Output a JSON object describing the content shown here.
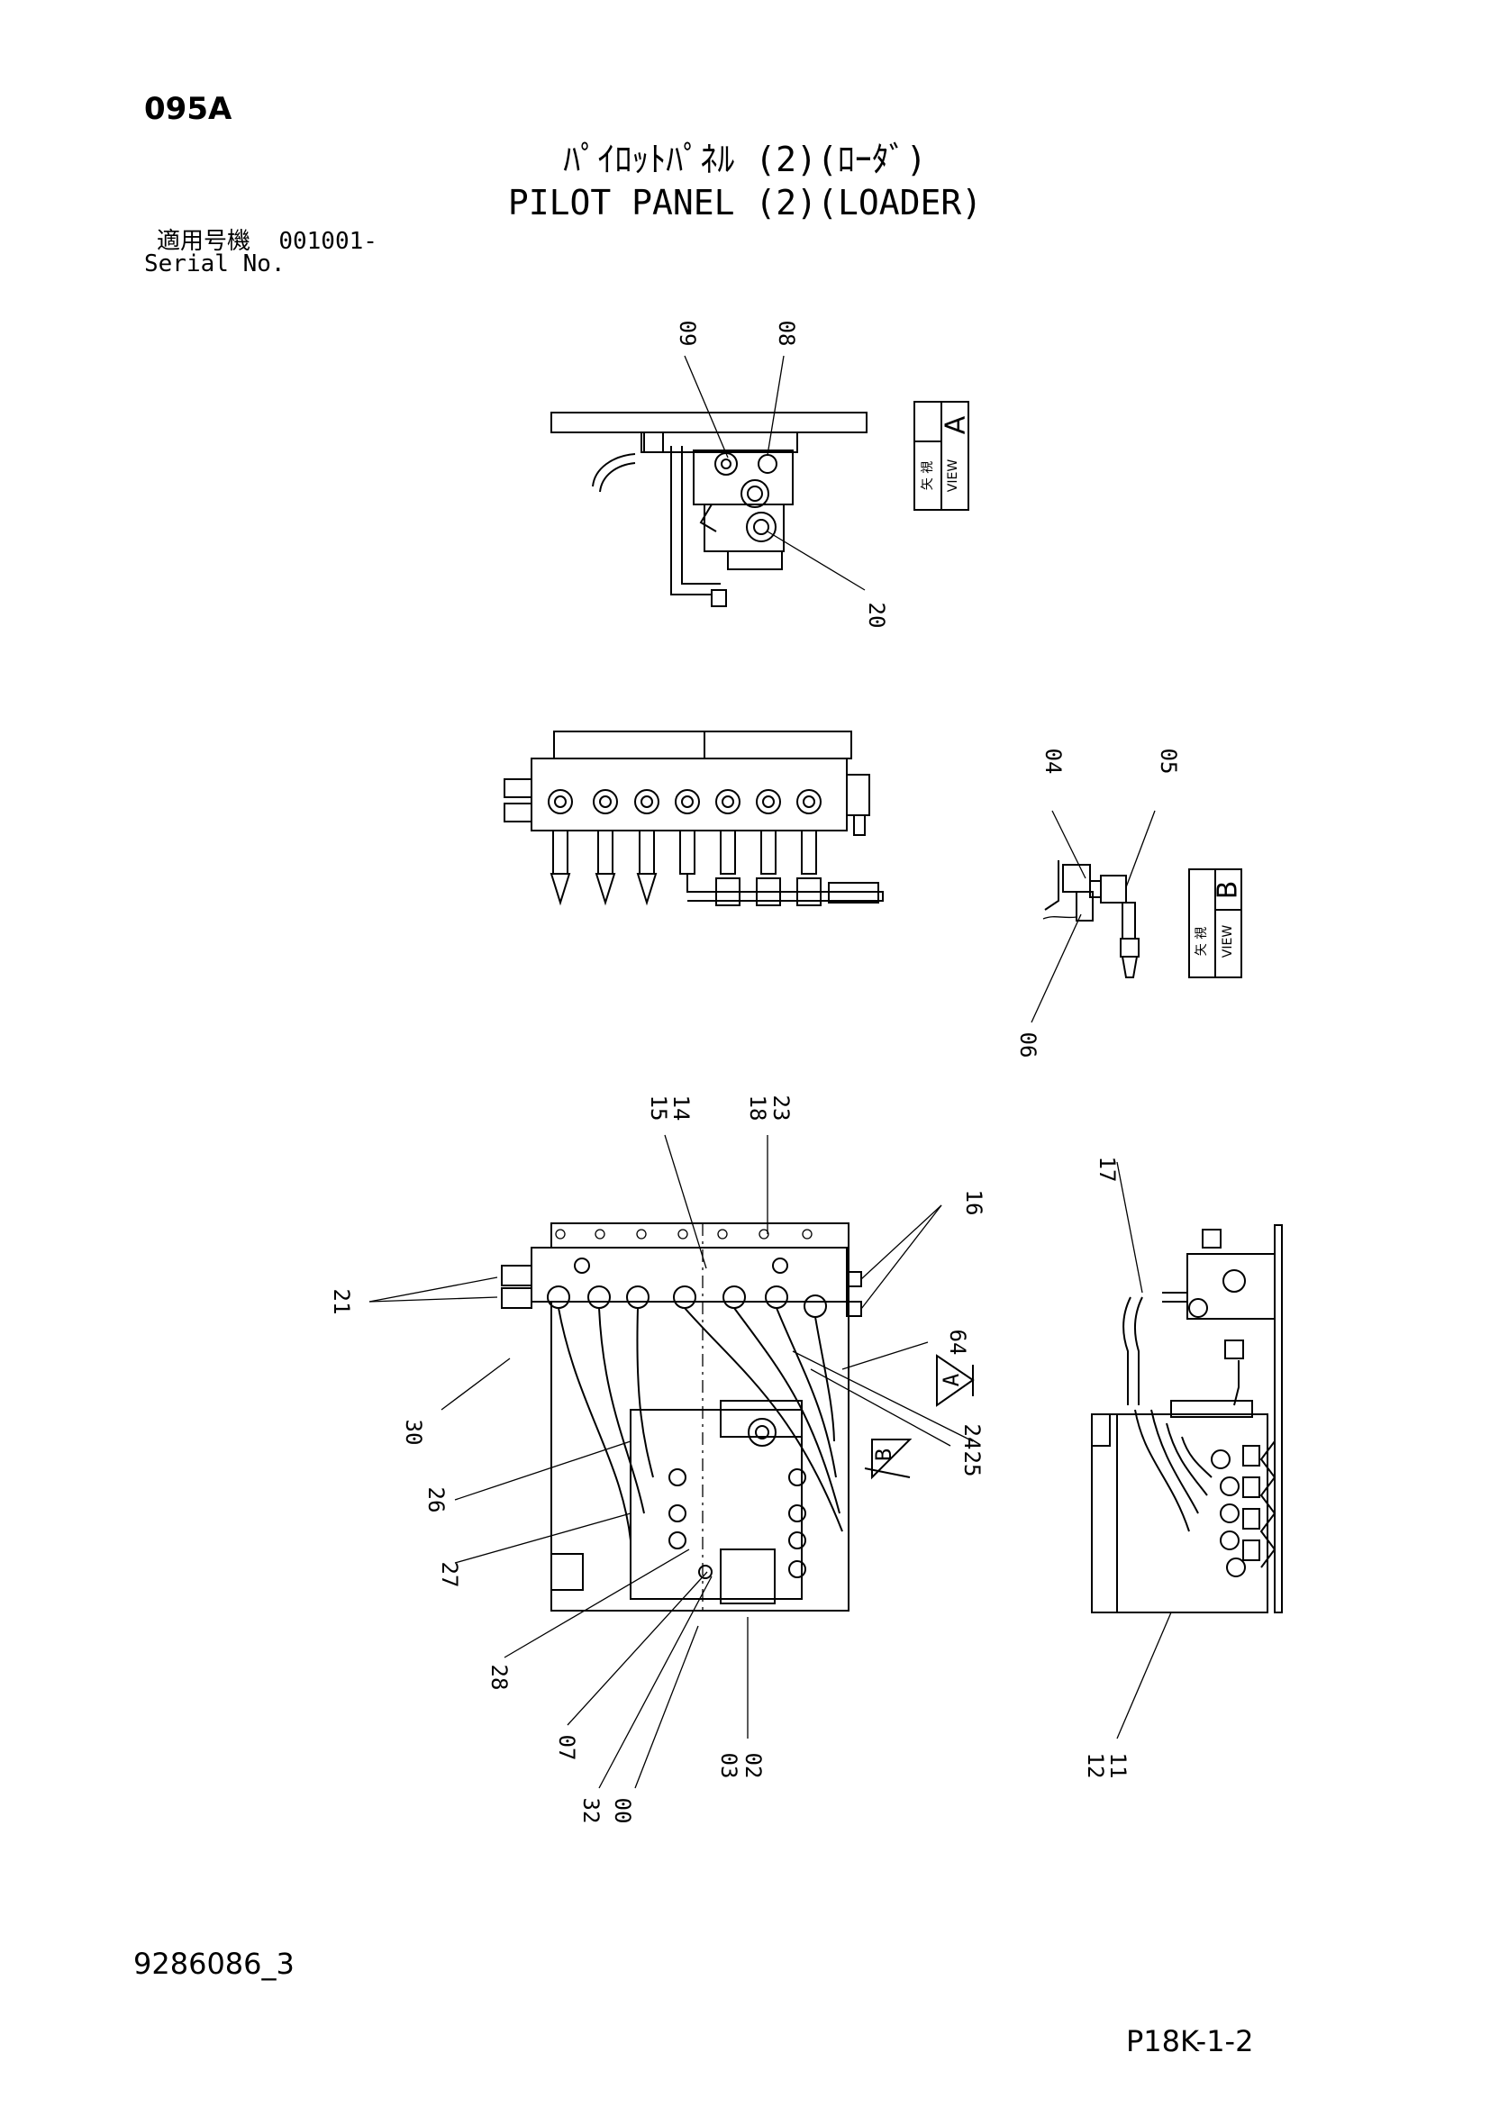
{
  "header": {
    "page_code": "095A",
    "title_jp": "ﾊﾟｲﾛｯﾄﾊﾟﾈﾙ (2)(ﾛｰﾀﾞ)",
    "title_en": "PILOT PANEL (2)(LOADER)",
    "serial_label_jp": "適用号機",
    "serial_value": "001001-",
    "serial_label_en": "Serial No."
  },
  "views": {
    "a": {
      "jp": "矢 視",
      "en": "VIEW",
      "letter": "A"
    },
    "b": {
      "jp": "矢 視",
      "en": "VIEW",
      "letter": "B"
    }
  },
  "arrows": {
    "a": "A",
    "b": "B"
  },
  "callouts": {
    "c09": "09",
    "c08": "08",
    "c20": "20",
    "c04": "04",
    "c05": "05",
    "c06": "06",
    "c15": "15",
    "c14": "14",
    "c18": "18",
    "c23": "23",
    "c16": "16",
    "c17": "17",
    "c21": "21",
    "c64": "64",
    "c30": "30",
    "c25": "25",
    "c24": "24",
    "c26": "26",
    "c27": "27",
    "c28": "28",
    "c07": "07",
    "c32": "32",
    "c00": "00",
    "c03": "03",
    "c02": "02",
    "c12": "12",
    "c11": "11"
  },
  "footer": {
    "doc_id": "9286086_3",
    "page_ref": "P18K-1-2"
  }
}
